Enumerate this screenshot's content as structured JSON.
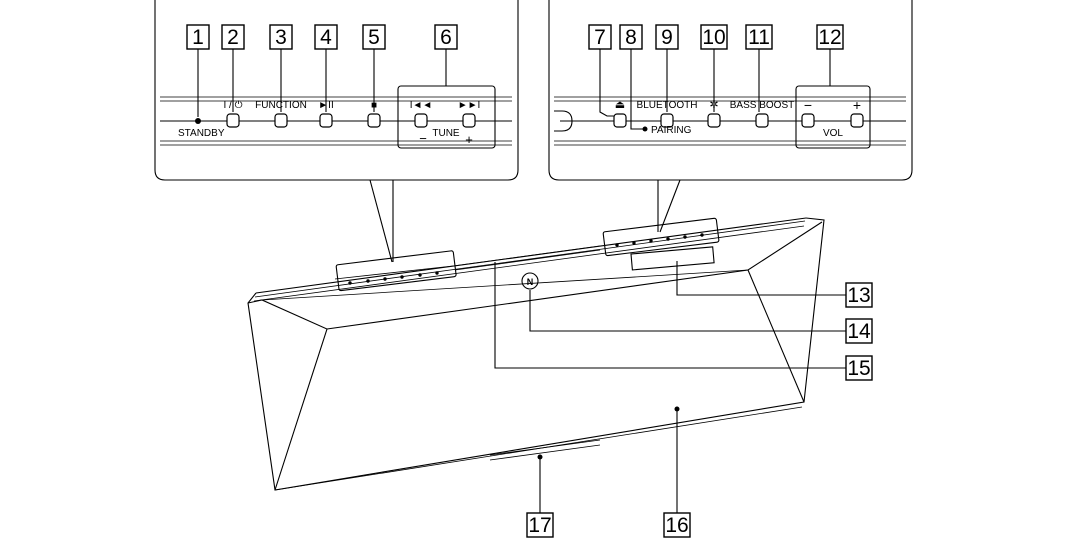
{
  "callouts": {
    "c1": "1",
    "c2": "2",
    "c3": "3",
    "c4": "4",
    "c5": "5",
    "c6": "6",
    "c7": "7",
    "c8": "8",
    "c9": "9",
    "c10": "10",
    "c11": "11",
    "c12": "12",
    "c13": "13",
    "c14": "14",
    "c15": "15",
    "c16": "16",
    "c17": "17"
  },
  "left_panel": {
    "standby": "STANDBY",
    "power": "I / ⏻",
    "function": "FUNCTION",
    "play_pause": "►II",
    "stop": "■",
    "prev": "I◄◄",
    "next": "►►I",
    "tune": "TUNE",
    "minus": "−",
    "plus": "+"
  },
  "right_panel": {
    "eject": "⏏",
    "bluetooth": "BLUETOOTH",
    "pairing": "PAIRING",
    "wireless": "✲",
    "bass_boost": "BASS BOOST",
    "vol_minus": "−",
    "vol_plus": "+",
    "vol": "VOL"
  },
  "nfc_mark": "N"
}
